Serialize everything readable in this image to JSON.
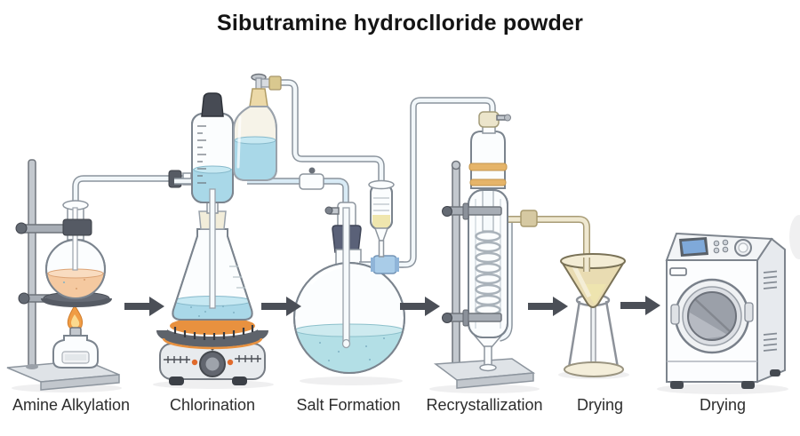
{
  "title": "Sibutramine hydroclloride powder",
  "diagram_type": "chemical-synthesis-process-flow",
  "stages": [
    {
      "id": "amine-alkylation",
      "label": "Amine Alkylation",
      "apparatus": "round-bottom-flask-on-ring-stand-over-alcohol-lamp"
    },
    {
      "id": "chlorination",
      "label": "Chlorination",
      "apparatus": "erlenmeyer-flask-with-addition-column-on-hot-plate"
    },
    {
      "id": "salt-formation",
      "label": "Salt Formation",
      "apparatus": "round-bottom-flask-with-gas-inlet-and-dropping-funnel"
    },
    {
      "id": "recrystallization",
      "label": "Recrystallization",
      "apparatus": "coil-condenser-on-lab-stand"
    },
    {
      "id": "drying-funnel",
      "label": "Drying",
      "apparatus": "filter-funnel-on-tripod"
    },
    {
      "id": "drying-machine",
      "label": "Drying",
      "apparatus": "drying-machine"
    }
  ],
  "colors": {
    "background": "#ffffff",
    "arrow": "#4b4f57",
    "blue_liquid": "#a9d8e8",
    "cyan_liquid": "#b3dfe6",
    "orange_liquid": "#f5c9a0",
    "yellow_liquid": "#efe6ae",
    "flame_outer": "#f09c44",
    "flame_inner": "#fbd98e",
    "funnel_tan": "#e9dcb2",
    "hotplate_glow": "#e8913f",
    "stopper_dark": "#5a6178",
    "cap_black": "#474b54",
    "screen_blue": "#7fa9d9",
    "bottle_ivory": "#f6f3e8"
  }
}
